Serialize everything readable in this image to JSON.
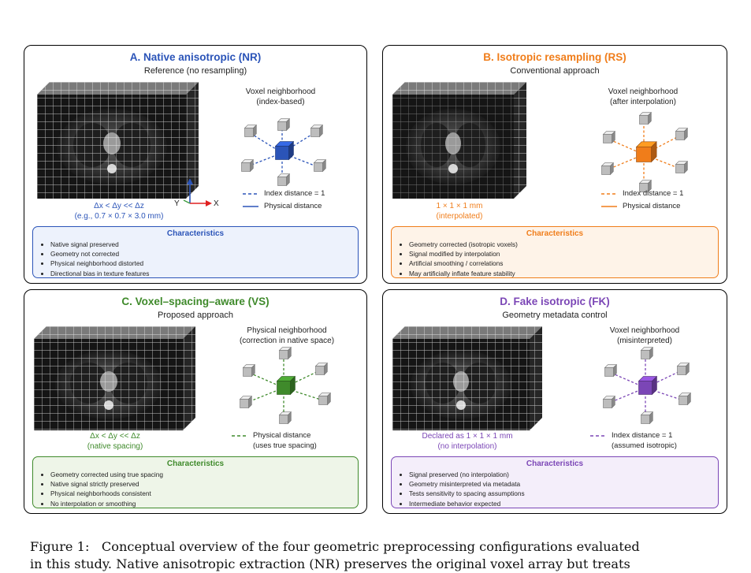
{
  "panels": {
    "a": {
      "title": "A. Native anisotropic (NR)",
      "subtitle": "Reference (no resampling)",
      "neighborhood_title": [
        "Voxel neighborhood",
        "(index-based)"
      ],
      "spacing": [
        "Δx < Δy << Δz",
        "(e.g., 0.7 × 0.7 × 3.0 mm)"
      ],
      "legend": [
        {
          "style": "dashed",
          "label": "Index distance = 1"
        },
        {
          "style": "solid",
          "label": "Physical distance"
        }
      ],
      "axes": {
        "z": "Z",
        "y": "Y",
        "x": "X"
      },
      "characteristics_title": "Characteristics",
      "characteristics": [
        "Native signal preserved",
        "Geometry not corrected",
        "Physical neighborhood distorted",
        "Directional bias in texture features"
      ],
      "color": "#2b54b8",
      "light": "#edf2fc"
    },
    "b": {
      "title": "B. Isotropic resampling (RS)",
      "subtitle": "Conventional approach",
      "neighborhood_title": [
        "Voxel neighborhood",
        "(after interpolation)"
      ],
      "spacing": [
        "1 × 1 × 1 mm",
        "(interpolated)"
      ],
      "legend": [
        {
          "style": "dashed",
          "label": "Index distance = 1"
        },
        {
          "style": "solid",
          "label": "Physical distance"
        }
      ],
      "characteristics_title": "Characteristics",
      "characteristics": [
        "Geometry corrected (isotropic voxels)",
        "Signal modified by interpolation",
        "Artificial smoothing / correlations",
        "May artificially inflate feature stability"
      ],
      "color": "#f07d1a",
      "light": "#fef3e8"
    },
    "c": {
      "title": "C. Voxel–spacing–aware (VS)",
      "subtitle": "Proposed approach",
      "neighborhood_title": [
        "Physical neighborhood",
        "(correction in native space)"
      ],
      "spacing": [
        "Δx < Δy << Δz",
        "(native spacing)"
      ],
      "legend": [
        {
          "style": "dashed",
          "label": "Physical distance\n(uses true spacing)"
        }
      ],
      "characteristics_title": "Characteristics",
      "characteristics": [
        "Geometry corrected using true spacing",
        "Native signal strictly preserved",
        "Physical neighborhoods consistent",
        "No interpolation or smoothing"
      ],
      "color": "#3f8a2b",
      "light": "#eef5e8"
    },
    "d": {
      "title": "D. Fake isotropic (FK)",
      "subtitle": "Geometry metadata control",
      "neighborhood_title": [
        "Voxel neighborhood",
        "(misinterpreted)"
      ],
      "spacing": [
        "Declared as 1 × 1 × 1 mm",
        "(no interpolation)"
      ],
      "legend": [
        {
          "style": "dashed",
          "label": "Index distance = 1\n(assumed isotropic)"
        }
      ],
      "characteristics_title": "Characteristics",
      "characteristics": [
        "Signal preserved (no interpolation)",
        "Geometry misinterpreted via metadata",
        "Tests sensitivity to spacing assumptions",
        "Intermediate behavior expected"
      ],
      "color": "#7b46b6",
      "light": "#f4eefa"
    }
  },
  "caption": {
    "label": "Figure 1:",
    "line1": "Conceptual overview of the four geometric preprocessing configurations evaluated",
    "line2": "in this study. Native anisotropic extraction (NR) preserves the original voxel array but treats"
  }
}
